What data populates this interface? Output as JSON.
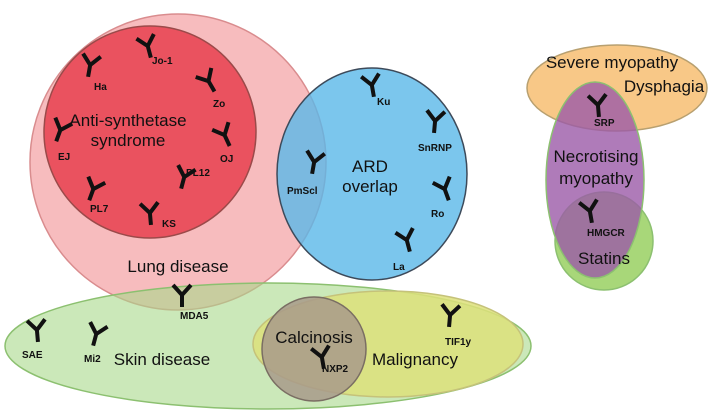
{
  "regions": {
    "lung": "Lung disease",
    "skin": "Skin disease",
    "ard_line1": "ARD",
    "ard_line2": "overlap",
    "anti_line1": "Anti-synthetase",
    "anti_line2": "syndrome",
    "malignancy": "Malignancy",
    "calcinosis": "Calcinosis",
    "severe": "Severe myopathy",
    "dysphagia": "Dysphagia",
    "necro_line1": "Necrotising",
    "necro_line2": "myopathy",
    "statins": "Statins"
  },
  "antibodies": {
    "jo1": "Jo-1",
    "ha": "Ha",
    "zo": "Zo",
    "ej": "EJ",
    "oj": "OJ",
    "pl12": "PL12",
    "pl7": "PL7",
    "ks": "KS",
    "pmscl": "PmScl",
    "ku": "Ku",
    "snrnp": "SnRNP",
    "ro": "Ro",
    "la": "La",
    "mda5": "MDA5",
    "sae": "SAE",
    "mi2": "Mi2",
    "nxp2": "NXP2",
    "tif1y": "TIF1y",
    "srp": "SRP",
    "hmgcr": "HMGCR"
  },
  "colors": {
    "lung_fill": "#f4a6a8",
    "antisynthetase_fill": "#e8404f",
    "ard_fill": "#5ab8e8",
    "skin_fill": "#a8d88a",
    "malignancy_fill": "#dde07a",
    "calcinosis_fill": "#a89a8a",
    "severe_fill": "#f7c27a",
    "necrotising_fill": "#9b5aa8",
    "statins_fill": "#9ed36a"
  }
}
